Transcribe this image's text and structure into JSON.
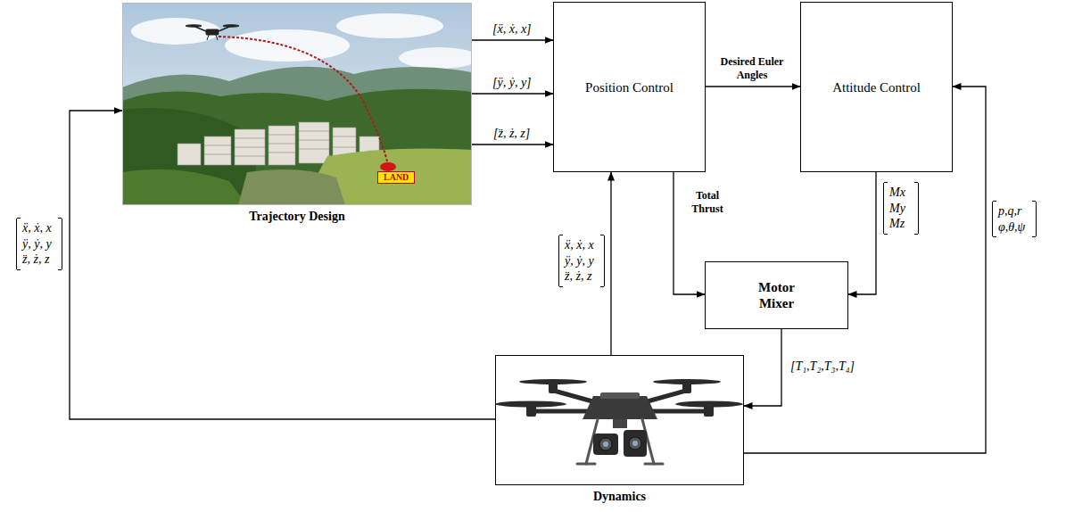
{
  "diagram": {
    "nodes": [
      {
        "text": [
          "Trajectory Design"
        ]
      },
      {
        "text": [
          "Position Control"
        ]
      },
      {
        "text": [
          "Attitude Control"
        ]
      },
      {
        "text": [
          "Motor Mixer"
        ]
      },
      {
        "text": [
          "Dynamics"
        ]
      }
    ],
    "edges": [
      {
        "from": 0,
        "to": 1,
        "label": "[ẍ, ẋ, x]",
        "arrow": "to"
      },
      {
        "from": 0,
        "to": 1,
        "label": "[ÿ, ẏ, y]",
        "arrow": "to"
      },
      {
        "from": 0,
        "to": 1,
        "label": "[z̈, ż, z]",
        "arrow": "to"
      },
      {
        "from": 1,
        "to": 2,
        "label": "Desired Euler Angles",
        "arrow": "to"
      },
      {
        "from": 1,
        "to": 3,
        "label": "Total Thrust",
        "arrow": "to"
      },
      {
        "from": 2,
        "to": 3,
        "label": "Mx My Mz",
        "arrow": "to"
      },
      {
        "from": 3,
        "to": 4,
        "label": "[T₁,T₂,T₃,T₄]",
        "arrow": "to"
      },
      {
        "from": 4,
        "to": 1,
        "label": "ẍ, ẋ, x ÿ, ẏ, y z̈, ż, z",
        "arrow": "to"
      },
      {
        "from": 4,
        "to": 2,
        "label": "p,q,r φ,θ,ψ",
        "arrow": "to"
      },
      {
        "from": 4,
        "to": 0,
        "label": "ẍ, ẋ, x ÿ, ẏ, y z̈, ż, z",
        "arrow": "to"
      }
    ],
    "labels": [
      "LAND"
    ]
  }
}
